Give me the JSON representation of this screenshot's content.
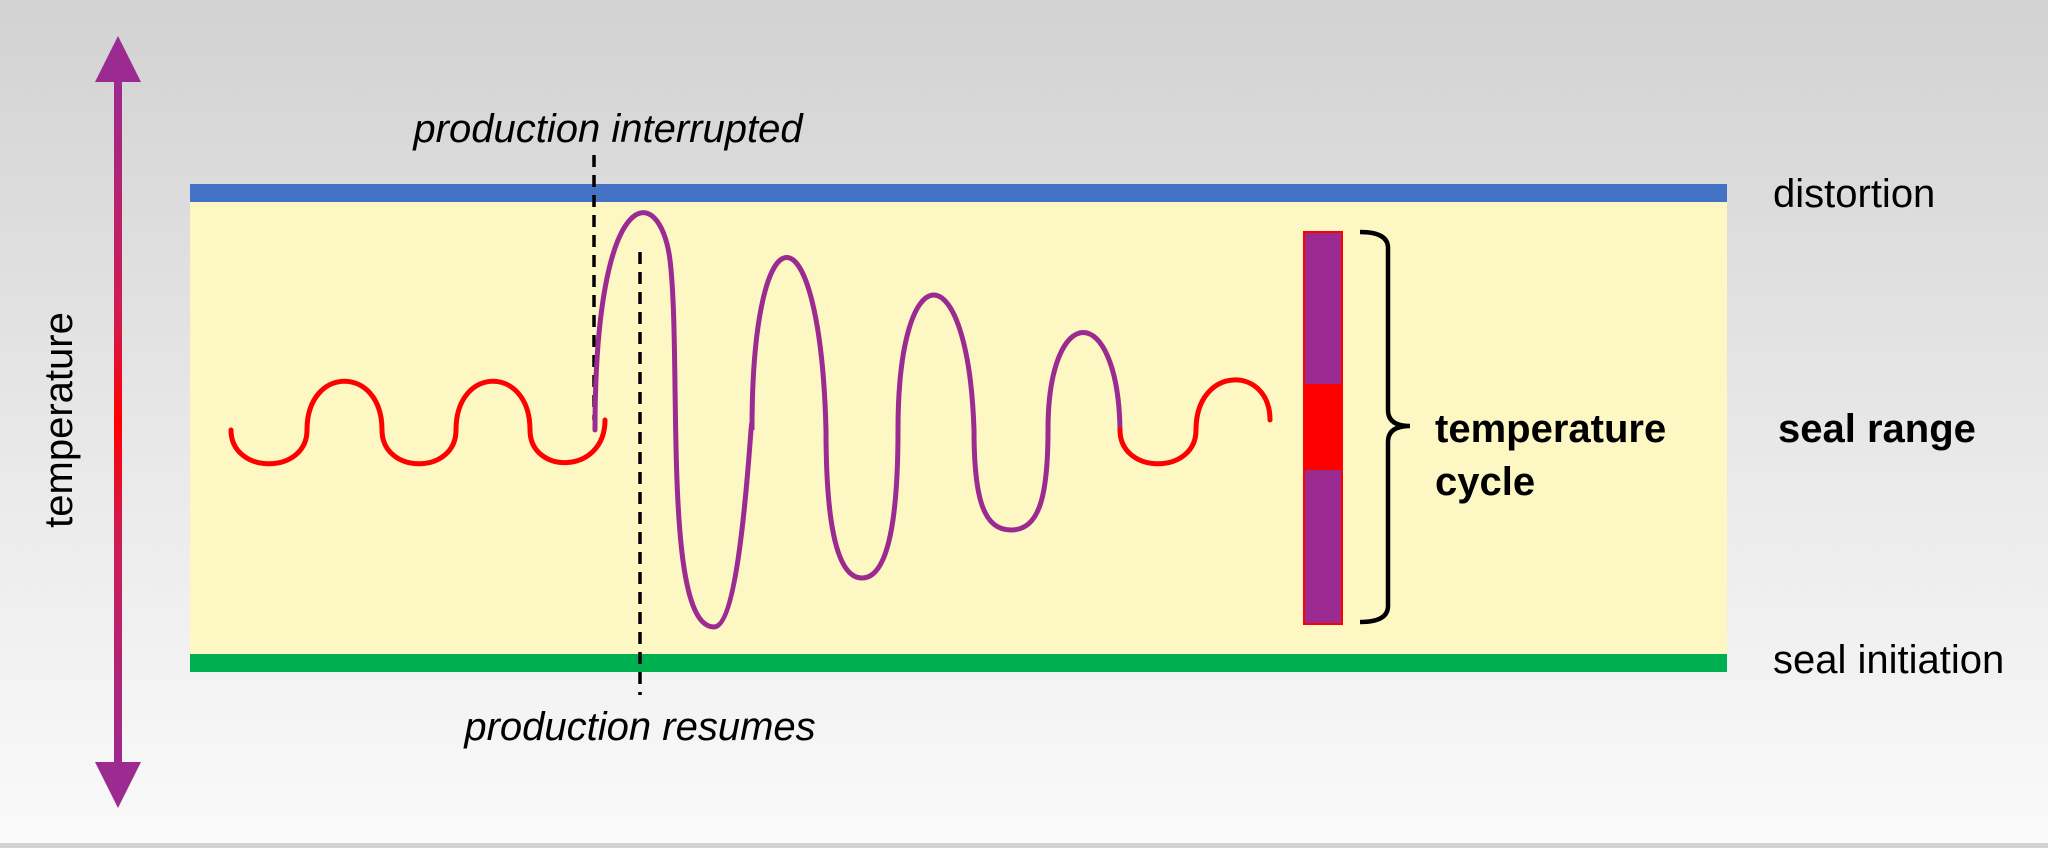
{
  "axis": {
    "label": "temperature",
    "colors": {
      "end": "#9b2a91",
      "middle": "#ff0000"
    }
  },
  "bands": {
    "top_label": "distortion",
    "middle_label": "seal range",
    "bottom_label": "seal initiation",
    "colors": {
      "top": "#4472c4",
      "fill": "#fdf7c3",
      "bottom": "#00b050"
    }
  },
  "annotations": {
    "interrupted": "production interrupted",
    "resumes": "production resumes"
  },
  "cycle": {
    "label_line1": "temperature",
    "label_line2": "cycle",
    "colors": {
      "within_range": "#ff0000",
      "out_of_range": "#9b2a91"
    }
  }
}
